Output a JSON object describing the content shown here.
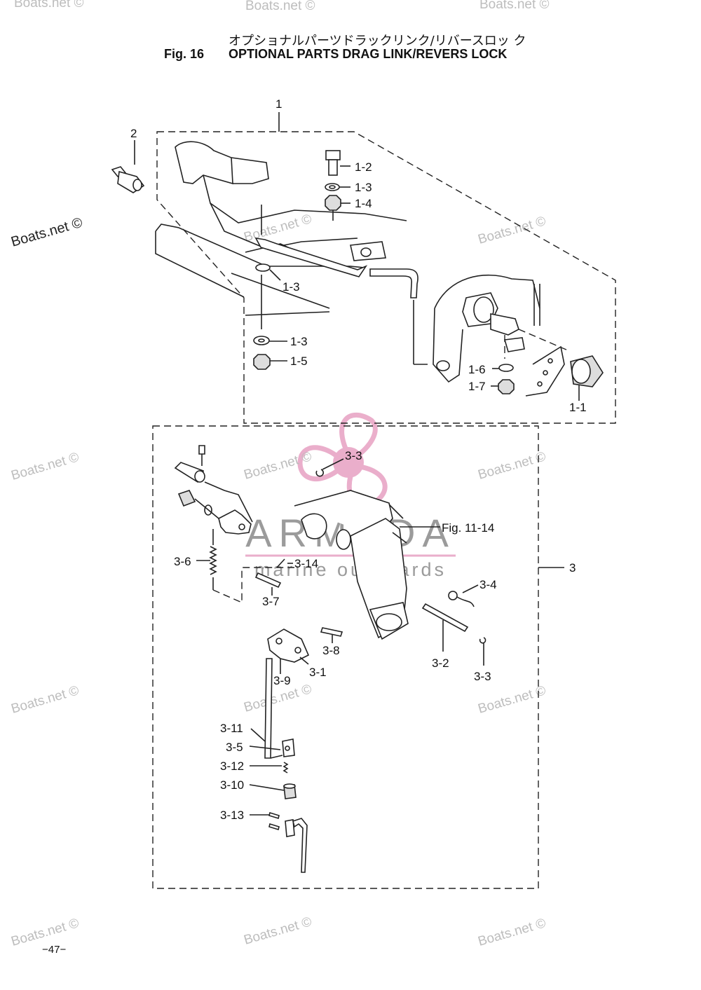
{
  "header": {
    "fig_number": "Fig. 16",
    "title_jp": "オプショナルパーツドラックリンク/リバースロッ ク",
    "title_en": "OPTIONAL PARTS DRAG LINK/REVERS LOCK"
  },
  "callouts": {
    "c1": "1",
    "c2": "2",
    "c3": "3",
    "c1_1": "1-1",
    "c1_2": "1-2",
    "c1_3a": "1-3",
    "c1_3b": "1-3",
    "c1_3c": "1-3",
    "c1_4": "1-4",
    "c1_5": "1-5",
    "c1_6": "1-6",
    "c1_7": "1-7",
    "c3_1": "3-1",
    "c3_2": "3-2",
    "c3_3a": "3-3",
    "c3_3b": "3-3",
    "c3_4": "3-4",
    "c3_5": "3-5",
    "c3_6": "3-6",
    "c3_7": "3-7",
    "c3_8": "3-8",
    "c3_9": "3-9",
    "c3_10": "3-10",
    "c3_11": "3-11",
    "c3_12": "3-12",
    "c3_13": "3-13",
    "c3_14": "3-14",
    "ref_fig": "Fig. 11-14"
  },
  "watermarks": {
    "boats": "Boats.net ©",
    "logo_main": "ARMADA",
    "logo_sub": "marine outboards"
  },
  "page_number": "−47−",
  "colors": {
    "logo_pink": "#e7a1c2",
    "logo_gray": "#8a8a8a",
    "watermark": "#bdbdbd"
  }
}
